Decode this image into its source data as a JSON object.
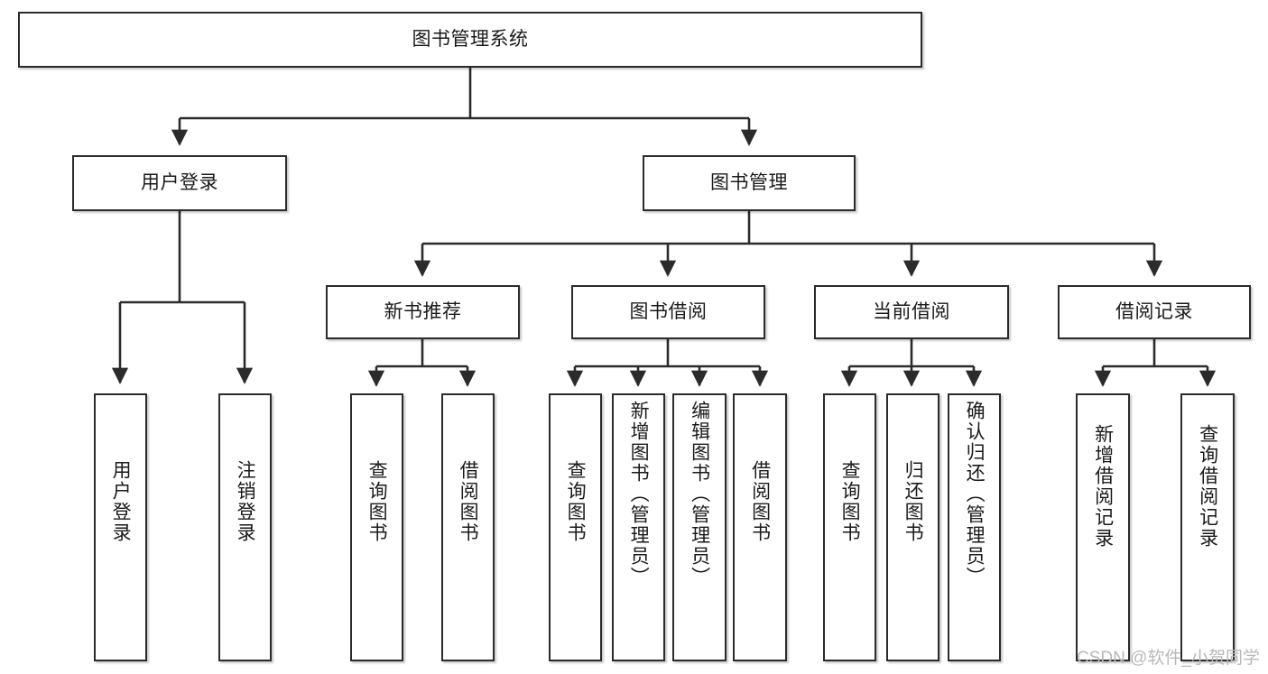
{
  "diagram": {
    "type": "tree-hierarchy-flowchart",
    "root": {
      "id": "root",
      "label": "图书管理系统"
    },
    "level2": [
      {
        "id": "user-login",
        "label": "用户登录"
      },
      {
        "id": "book-management",
        "label": "图书管理"
      }
    ],
    "level3": [
      {
        "id": "new-book-recommend",
        "label": "新书推荐",
        "parent": "book-management"
      },
      {
        "id": "book-borrow",
        "label": "图书借阅",
        "parent": "book-management"
      },
      {
        "id": "current-borrow",
        "label": "当前借阅",
        "parent": "book-management"
      },
      {
        "id": "borrow-record",
        "label": "借阅记录",
        "parent": "book-management"
      }
    ],
    "leaves": [
      {
        "id": "leaf-user-login",
        "label": "用户登录",
        "parent": "user-login"
      },
      {
        "id": "leaf-logout-login",
        "label": "注销登录",
        "parent": "user-login"
      },
      {
        "id": "leaf-query-book-1",
        "label": "查询图书",
        "parent": "new-book-recommend"
      },
      {
        "id": "leaf-borrow-book-1",
        "label": "借阅图书",
        "parent": "new-book-recommend"
      },
      {
        "id": "leaf-query-book-2",
        "label": "查询图书",
        "parent": "book-borrow"
      },
      {
        "id": "leaf-add-book",
        "label": "新增图书（管理员）",
        "parent": "book-borrow"
      },
      {
        "id": "leaf-edit-book",
        "label": "编辑图书（管理员）",
        "parent": "book-borrow"
      },
      {
        "id": "leaf-borrow-book-2",
        "label": "借阅图书",
        "parent": "book-borrow"
      },
      {
        "id": "leaf-query-book-3",
        "label": "查询图书",
        "parent": "current-borrow"
      },
      {
        "id": "leaf-return-book",
        "label": "归还图书",
        "parent": "current-borrow"
      },
      {
        "id": "leaf-confirm-return",
        "label": "确认归还（管理员）",
        "parent": "current-borrow"
      },
      {
        "id": "leaf-add-borrow-record",
        "label": "新增借阅记录",
        "parent": "borrow-record"
      },
      {
        "id": "leaf-query-borrow-record",
        "label": "查询借阅记录",
        "parent": "borrow-record"
      }
    ],
    "colors": {
      "border": "#2b2b2b",
      "text": "#1a1a1a",
      "background": "#ffffff",
      "edge": "#2b2b2b",
      "watermark": "#b9b9b9"
    }
  },
  "watermark": {
    "text": "CSDN @软件_小贺同学"
  }
}
